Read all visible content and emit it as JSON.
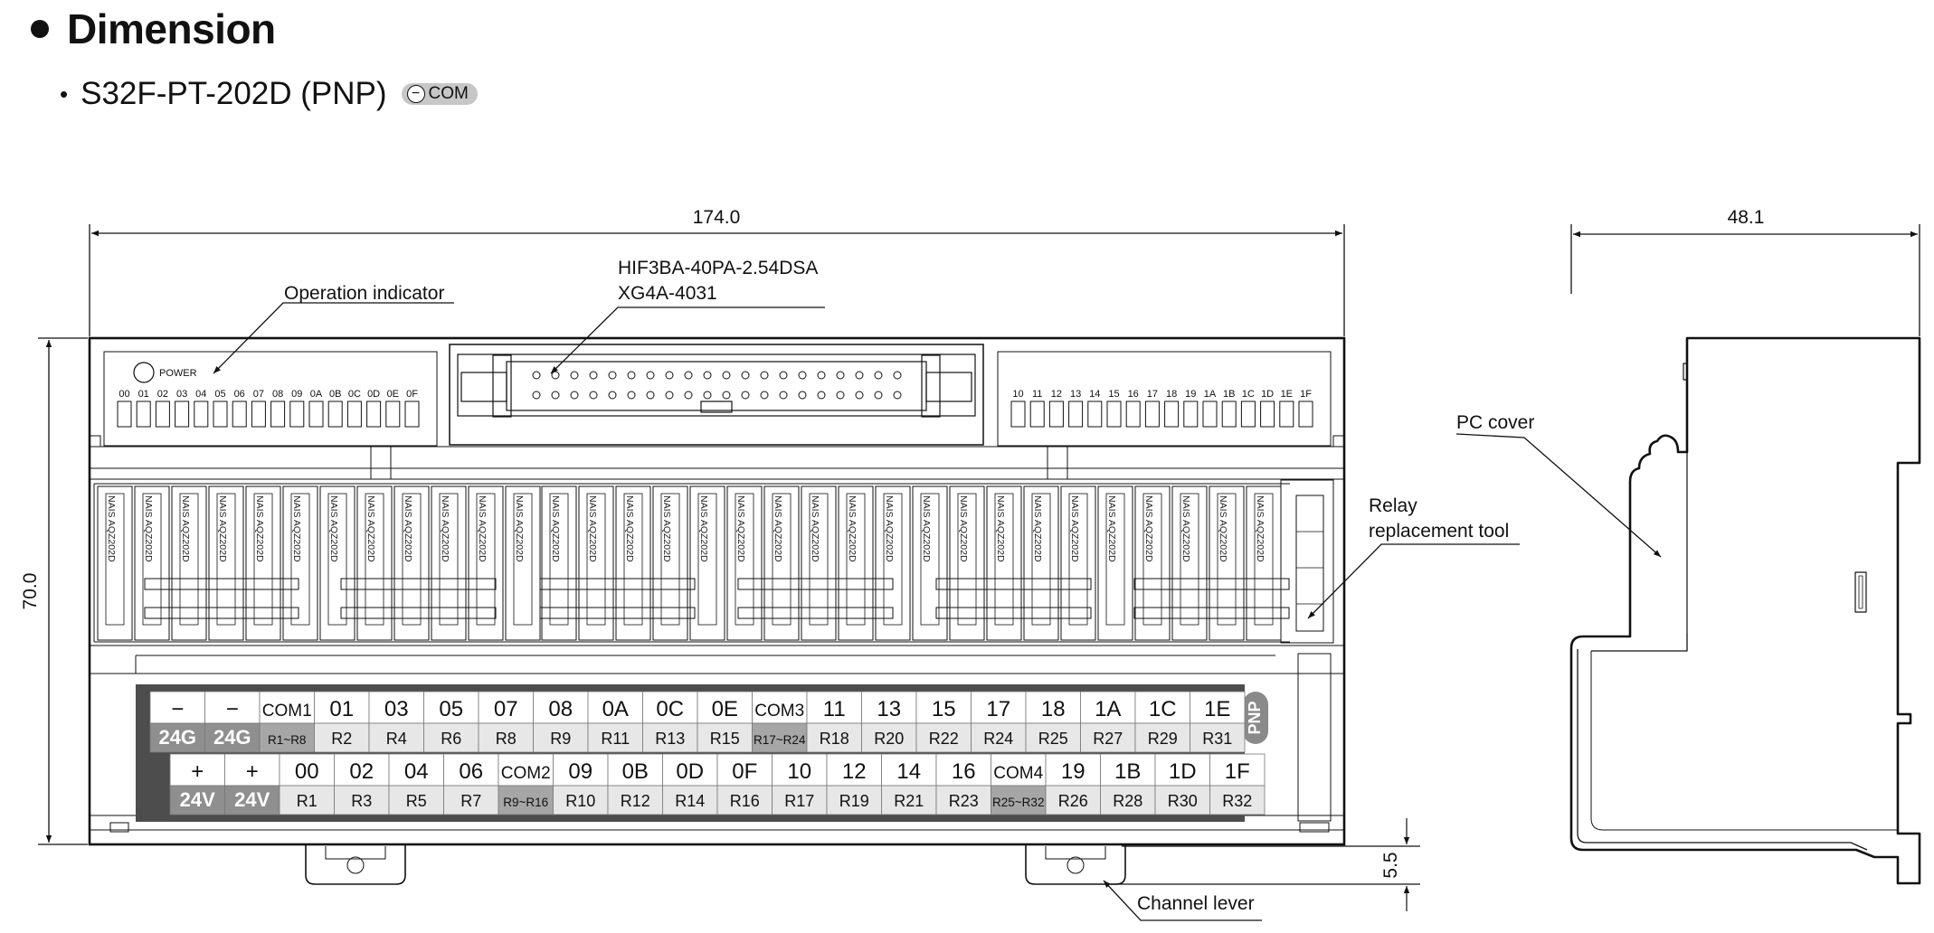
{
  "title": "Dimension",
  "subtitle": "S32F-PT-202D (PNP)",
  "com_badge": "COM",
  "dimensions": {
    "width": "174.0",
    "height": "70.0",
    "depth": "48.1",
    "lever": "5.5"
  },
  "callouts": {
    "operation_indicator": "Operation indicator",
    "connector_1": "HIF3BA-40PA-2.54DSA",
    "connector_2": "XG4A-4031",
    "pc_cover": "PC cover",
    "relay_tool_1": "Relay",
    "relay_tool_2": "replacement tool",
    "channel_lever": "Channel lever"
  },
  "power_label": "POWER",
  "led_labels_left": [
    "00",
    "01",
    "02",
    "03",
    "04",
    "05",
    "06",
    "07",
    "08",
    "09",
    "0A",
    "0B",
    "0C",
    "0D",
    "0E",
    "0F"
  ],
  "led_labels_right": [
    "10",
    "11",
    "12",
    "13",
    "14",
    "15",
    "16",
    "17",
    "18",
    "19",
    "1A",
    "1B",
    "1C",
    "1D",
    "1E",
    "1F"
  ],
  "relay_label": "NAIS AQZ202D",
  "pnp_label": "PNP",
  "terminals_top": [
    {
      "top": "−",
      "bottom": "24G",
      "style": "dark"
    },
    {
      "top": "−",
      "bottom": "24G",
      "style": "dark"
    },
    {
      "top": "COM1",
      "bottom": "R1~R8",
      "style": "com"
    },
    {
      "top": "01",
      "bottom": "R2"
    },
    {
      "top": "03",
      "bottom": "R4"
    },
    {
      "top": "05",
      "bottom": "R6"
    },
    {
      "top": "07",
      "bottom": "R8"
    },
    {
      "top": "08",
      "bottom": "R9"
    },
    {
      "top": "0A",
      "bottom": "R11"
    },
    {
      "top": "0C",
      "bottom": "R13"
    },
    {
      "top": "0E",
      "bottom": "R15"
    },
    {
      "top": "COM3",
      "bottom": "R17~R24",
      "style": "com"
    },
    {
      "top": "11",
      "bottom": "R18"
    },
    {
      "top": "13",
      "bottom": "R20"
    },
    {
      "top": "15",
      "bottom": "R22"
    },
    {
      "top": "17",
      "bottom": "R24"
    },
    {
      "top": "18",
      "bottom": "R25"
    },
    {
      "top": "1A",
      "bottom": "R27"
    },
    {
      "top": "1C",
      "bottom": "R29"
    },
    {
      "top": "1E",
      "bottom": "R31"
    }
  ],
  "terminals_bottom": [
    {
      "top": "+",
      "bottom": "24V",
      "style": "dark"
    },
    {
      "top": "+",
      "bottom": "24V",
      "style": "dark"
    },
    {
      "top": "00",
      "bottom": "R1"
    },
    {
      "top": "02",
      "bottom": "R3"
    },
    {
      "top": "04",
      "bottom": "R5"
    },
    {
      "top": "06",
      "bottom": "R7"
    },
    {
      "top": "COM2",
      "bottom": "R9~R16",
      "style": "com"
    },
    {
      "top": "09",
      "bottom": "R10"
    },
    {
      "top": "0B",
      "bottom": "R12"
    },
    {
      "top": "0D",
      "bottom": "R14"
    },
    {
      "top": "0F",
      "bottom": "R16"
    },
    {
      "top": "10",
      "bottom": "R17"
    },
    {
      "top": "12",
      "bottom": "R19"
    },
    {
      "top": "14",
      "bottom": "R21"
    },
    {
      "top": "16",
      "bottom": "R23"
    },
    {
      "top": "COM4",
      "bottom": "R25~R32",
      "style": "com"
    },
    {
      "top": "19",
      "bottom": "R26"
    },
    {
      "top": "1B",
      "bottom": "R28"
    },
    {
      "top": "1D",
      "bottom": "R30"
    },
    {
      "top": "1F",
      "bottom": "R32"
    }
  ]
}
